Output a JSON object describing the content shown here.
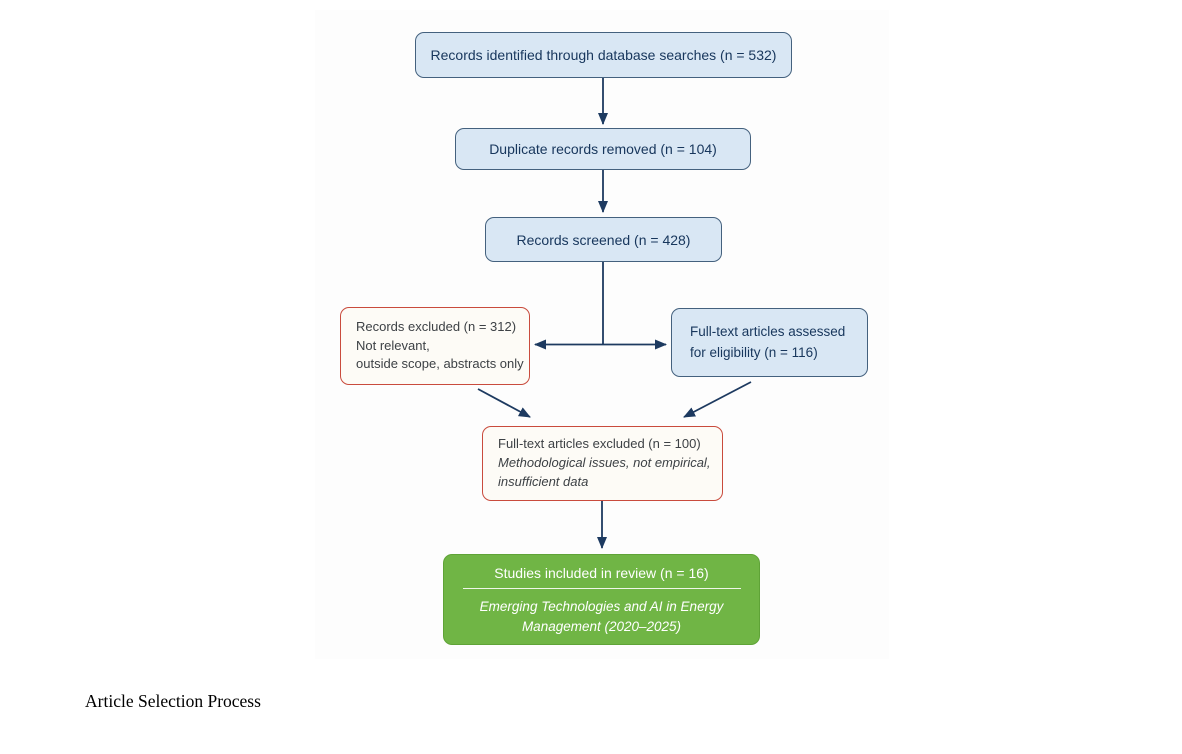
{
  "figure": {
    "caption": "Article Selection Process",
    "boxes": {
      "identified": {
        "label": "Records identified through database searches (n = 532)"
      },
      "duplicates_removed": {
        "label": "Duplicate records removed (n = 104)"
      },
      "screened": {
        "label": "Records screened (n = 428)"
      },
      "records_excluded": {
        "line1": "Records excluded (n = 312)",
        "line2": "Not relevant,",
        "line3": "outside scope, abstracts only"
      },
      "fulltext_assessed": {
        "line1": "Full-text articles assessed",
        "line2": "for eligibility (n = 116)"
      },
      "fulltext_excluded": {
        "line1": "Full-text articles excluded (n = 100)",
        "line2": "Methodological issues, not empirical,",
        "line3": "insufficient data"
      },
      "included": {
        "line1": "Studies included in review (n = 16)",
        "line2": "Emerging Technologies and AI in Energy",
        "line3": "Management (2020–2025)"
      }
    },
    "colors": {
      "panel_bg": "#fdfdfd",
      "box_blue_fill": "#d9e7f4",
      "box_blue_border": "#44617e",
      "box_red_fill": "#fdfbf6",
      "box_red_border": "#c94b3d",
      "box_green_fill": "#70b545",
      "box_green_border": "#5fa337",
      "arrow": "#1d3a60",
      "text_navy": "#17365c",
      "text_dark": "#3d4145",
      "text_on_green": "#ffffff"
    }
  }
}
